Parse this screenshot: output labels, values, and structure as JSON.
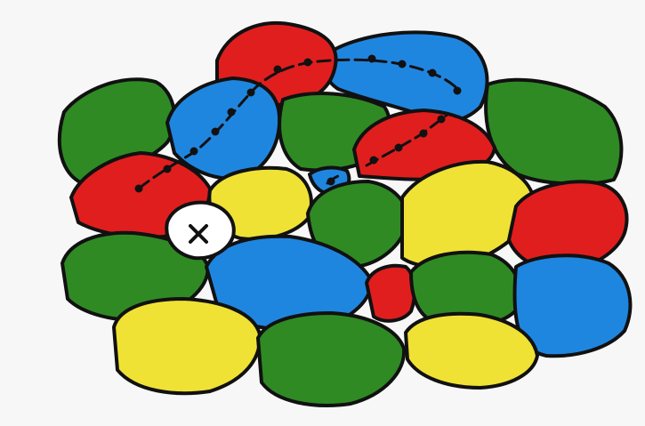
{
  "image": {
    "kind": "hand-colored map of irregular regions",
    "colors": {
      "red": "#e01e1e",
      "blue": "#1f86e0",
      "green": "#2f8a24",
      "yellow": "#efe235",
      "white": "#ffffff",
      "outline": "#111111",
      "background": "#f7f7f7"
    },
    "regions": [
      {
        "name": "red-top-center",
        "color": "red"
      },
      {
        "name": "blue-top-right",
        "color": "blue"
      },
      {
        "name": "green-top-left",
        "color": "green"
      },
      {
        "name": "blue-upper-left",
        "color": "blue"
      },
      {
        "name": "green-center-top",
        "color": "green"
      },
      {
        "name": "red-center-right",
        "color": "red"
      },
      {
        "name": "green-far-right-top",
        "color": "green"
      },
      {
        "name": "red-left",
        "color": "red"
      },
      {
        "name": "yellow-left-center",
        "color": "yellow"
      },
      {
        "name": "blue-small-center",
        "color": "blue"
      },
      {
        "name": "green-center",
        "color": "green"
      },
      {
        "name": "yellow-right-center",
        "color": "yellow"
      },
      {
        "name": "red-right",
        "color": "red"
      },
      {
        "name": "green-left-lower",
        "color": "green"
      },
      {
        "name": "blue-center-lower",
        "color": "blue"
      },
      {
        "name": "red-small-center",
        "color": "red"
      },
      {
        "name": "green-right-lower",
        "color": "green"
      },
      {
        "name": "blue-right-lower",
        "color": "blue"
      },
      {
        "name": "yellow-bottom-left",
        "color": "yellow"
      },
      {
        "name": "green-bottom-center",
        "color": "green"
      },
      {
        "name": "yellow-bottom-right",
        "color": "yellow"
      },
      {
        "name": "white-start-region",
        "color": "white"
      }
    ],
    "marker_symbol": "×",
    "route_style": "dashed line with dots"
  }
}
